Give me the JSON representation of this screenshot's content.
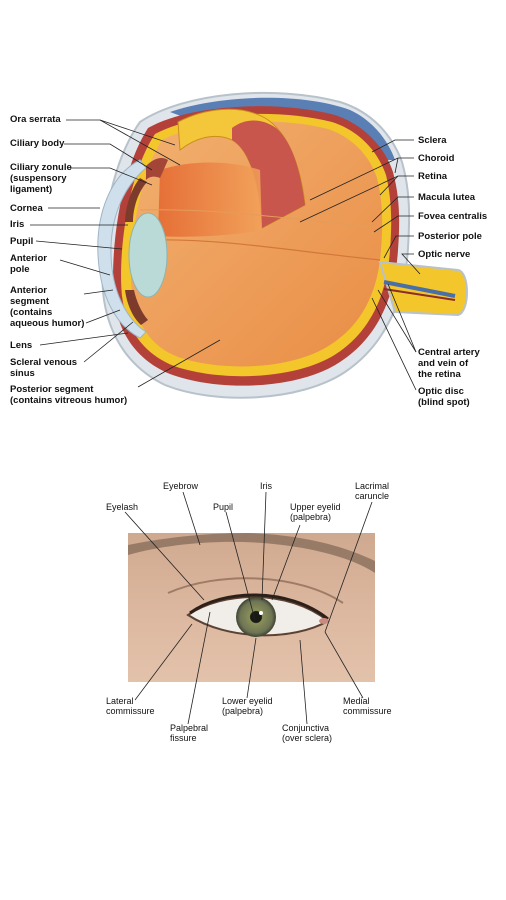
{
  "eye_section": {
    "labels_left": [
      "Ora serrata",
      "Ciliary body",
      "Ciliary zonule\n(suspensory\nligament)",
      "Cornea",
      "Iris",
      "Pupil",
      "Anterior\npole",
      "Anterior\nsegment\n(contains\naqueous humor)",
      "Lens",
      "Scleral venous\nsinus",
      "Posterior segment\n(contains vitreous humor)"
    ],
    "labels_right": [
      "Sclera",
      "Choroid",
      "Retina",
      "Macula lutea",
      "Fovea centralis",
      "Posterior pole",
      "Optic nerve",
      "Central artery\nand vein of\nthe retina",
      "Optic disc\n(blind spot)"
    ]
  },
  "eye_surface": {
    "labels_top": [
      "Eyebrow",
      "Iris",
      "Lacrimal\ncaruncle",
      "Eyelash",
      "Pupil",
      "Upper eyelid\n(palpebra)"
    ],
    "labels_bottom": [
      "Lateral\ncommissure",
      "Lower eyelid\n(palpebra)",
      "Medial\ncommissure",
      "Palpebral\nfissure",
      "Conjunctiva\n(over sclera)"
    ]
  },
  "colors": {
    "sclera": "#dfe5ea",
    "choroid": "#b3413a",
    "retina": "#f3c62b",
    "vitreous": "#f0a35c",
    "iris": "#7d7a3a",
    "lens": "#b9dad7",
    "skin": "#d9b59a"
  }
}
